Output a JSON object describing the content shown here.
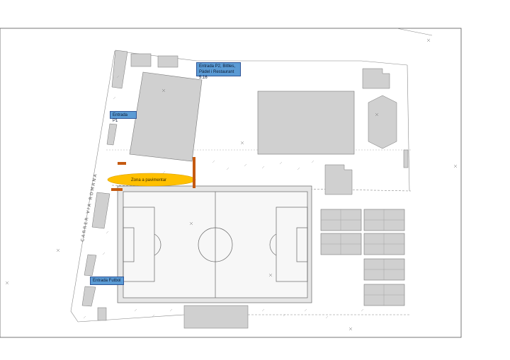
{
  "map": {
    "street_name": "CARRER VIA ROMANA",
    "zone_label": "Zona a pavimentar",
    "labels": {
      "entrada_p2_line1": "Entrada P2, Bitlles,",
      "entrada_p2_line2": "Pàdel i Restaurant 5.16",
      "entrada_p1": "Entrada P1",
      "entrada_futbol": "Entrada Futbol"
    },
    "colors": {
      "label_fill": "#5b9bd5",
      "zone_fill": "#ffc000",
      "building_fill": "#d0d0d0",
      "barrier": "#c55a11"
    }
  }
}
